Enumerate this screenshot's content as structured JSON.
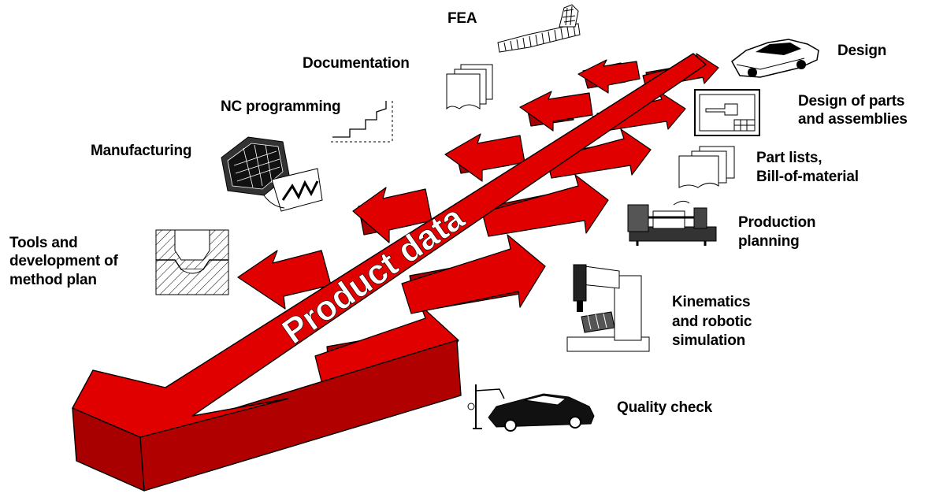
{
  "diagram": {
    "center_label": "Product data",
    "arrow_color": "#e00000",
    "arrow_shade": "#a80000",
    "labels": {
      "fea": "FEA",
      "design": "Design",
      "documentation": "Documentation",
      "design_parts_1": "Design of parts",
      "design_parts_2": "and assemblies",
      "nc_programming": "NC programming",
      "part_lists_1": "Part lists,",
      "part_lists_2": "Bill-of-material",
      "manufacturing": "Manufacturing",
      "production_planning_1": "Production",
      "production_planning_2": "planning",
      "tools_1": "Tools and",
      "tools_2": "development of",
      "tools_3": "method plan",
      "kinematics_1": "Kinematics",
      "kinematics_2": "and robotic",
      "kinematics_3": "simulation",
      "quality_check": "Quality check"
    },
    "icons": [
      "fea-mesh-icon",
      "car-design-icon",
      "documentation-pages-icon",
      "assembly-drawing-icon",
      "nc-staircase-icon",
      "part-list-pages-icon",
      "manufacturing-machine-icon",
      "lathe-icon",
      "die-section-icon",
      "robot-machine-icon",
      "car-quality-check-icon"
    ]
  }
}
